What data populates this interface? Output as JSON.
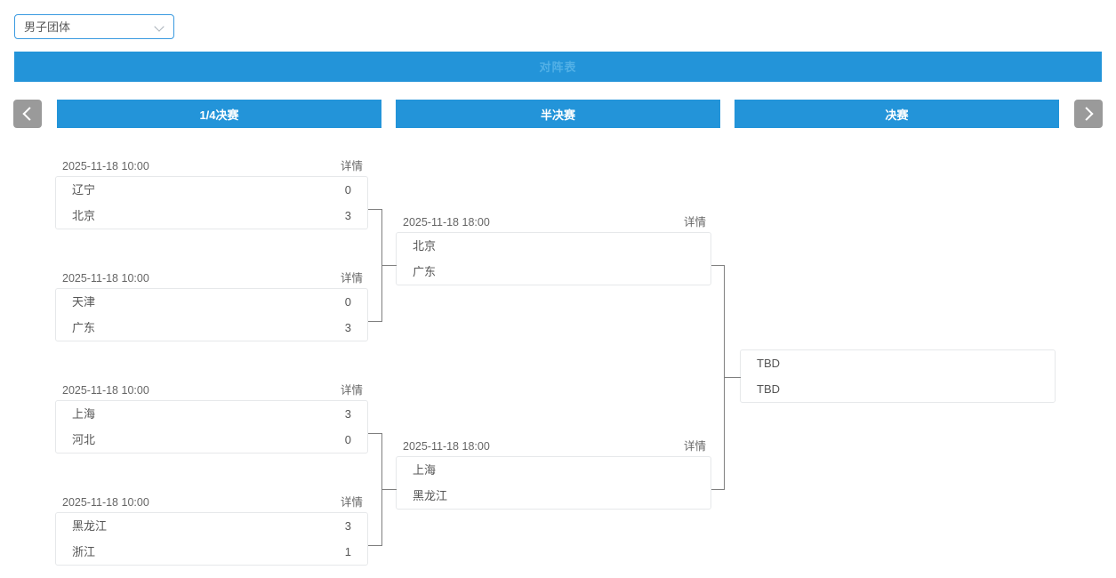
{
  "filter": {
    "selected": "男子团体",
    "icon": "chevron-down-icon"
  },
  "banner": {
    "text": "对阵表"
  },
  "nav": {
    "prev_icon": "chevron-left-icon",
    "next_icon": "chevron-right-icon"
  },
  "rounds": [
    {
      "label": "1/4决赛"
    },
    {
      "label": "半决赛"
    },
    {
      "label": "决赛"
    }
  ],
  "detail_label": "详情",
  "colors": {
    "accent_blue": "#2394d9",
    "banner_text": "#52b0e6",
    "nav_gray": "#9a9a9a",
    "card_border": "#e6e8ea",
    "connector": "#7f7f7f"
  },
  "matches": {
    "qf1": {
      "time": "2025-11-18  10:00",
      "detail": "详情",
      "home": {
        "name": "辽宁",
        "score": "0"
      },
      "away": {
        "name": "北京",
        "score": "3"
      }
    },
    "qf2": {
      "time": "2025-11-18  10:00",
      "detail": "详情",
      "home": {
        "name": "天津",
        "score": "0"
      },
      "away": {
        "name": "广东",
        "score": "3"
      }
    },
    "qf3": {
      "time": "2025-11-18  10:00",
      "detail": "详情",
      "home": {
        "name": "上海",
        "score": "3"
      },
      "away": {
        "name": "河北",
        "score": "0"
      }
    },
    "qf4": {
      "time": "2025-11-18  10:00",
      "detail": "详情",
      "home": {
        "name": "黑龙江",
        "score": "3"
      },
      "away": {
        "name": "浙江",
        "score": "1"
      }
    },
    "sf1": {
      "time": "2025-11-18  18:00",
      "detail": "详情",
      "home": {
        "name": "北京",
        "score": ""
      },
      "away": {
        "name": "广东",
        "score": ""
      }
    },
    "sf2": {
      "time": "2025-11-18  18:00",
      "detail": "详情",
      "home": {
        "name": "上海",
        "score": ""
      },
      "away": {
        "name": "黑龙江",
        "score": ""
      }
    },
    "final": {
      "time": "",
      "detail": "",
      "home": {
        "name": "TBD",
        "score": ""
      },
      "away": {
        "name": "TBD",
        "score": ""
      }
    }
  }
}
